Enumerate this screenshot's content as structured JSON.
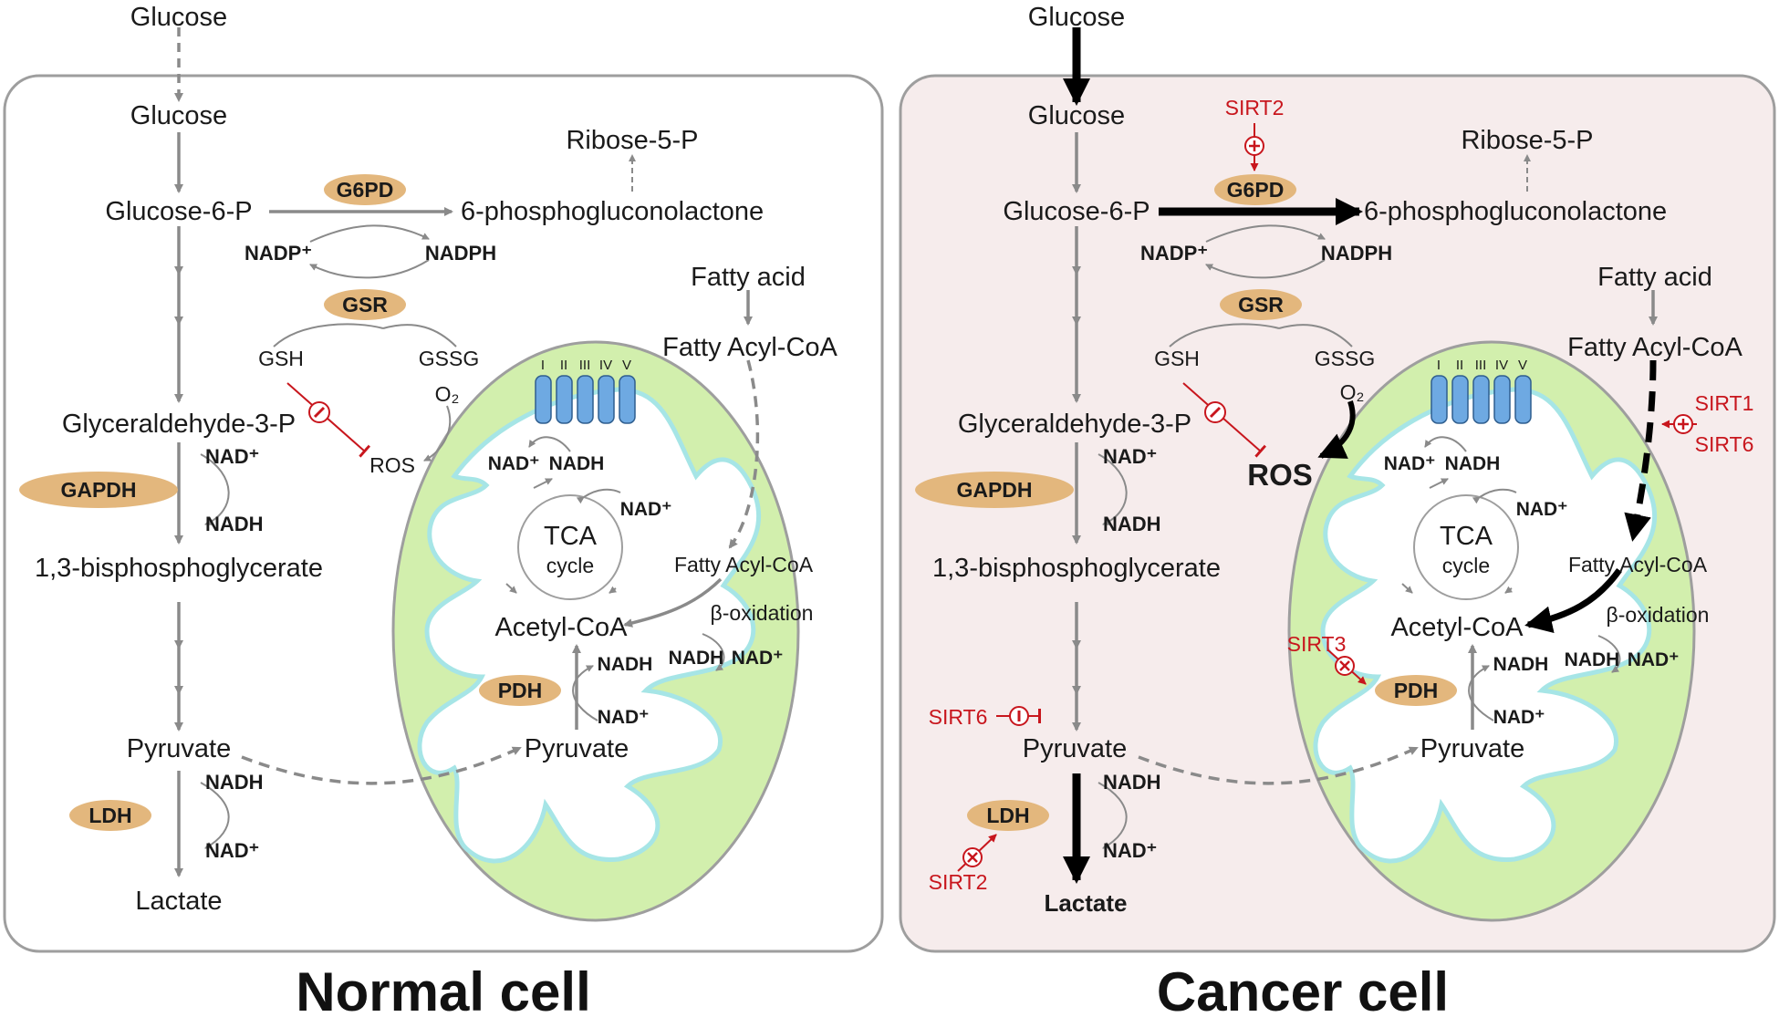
{
  "normal": {
    "title": "Normal cell",
    "glucose_outside": "Glucose",
    "glucose": "Glucose",
    "g6p": "Glucose-6-P",
    "g6pd": "G6PD",
    "pgl": "6-phosphogluconolactone",
    "ribose": "Ribose-5-P",
    "nadp": "NADP⁺",
    "nadph": "NADPH",
    "gsr": "GSR",
    "gsh": "GSH",
    "gssg": "GSSG",
    "o2": "O₂",
    "ros": "ROS",
    "fatty_acid": "Fatty acid",
    "fatty_acyl_coa": "Fatty Acyl-CoA",
    "gap": "Glyceraldehyde-3-P",
    "gapdh": "GAPDH",
    "nad_1": "NAD⁺",
    "nadh_1": "NADH",
    "bpg": "1,3-bisphosphoglycerate",
    "pyruvate": "Pyruvate",
    "ldh": "LDH",
    "nadh_2": "NADH",
    "nad_2": "NAD⁺",
    "lactate": "Lactate",
    "complexes": [
      "I",
      "II",
      "III",
      "IV",
      "V"
    ],
    "etc_nad": "NAD⁺",
    "etc_nadh": "NADH",
    "tca_nad": "NAD⁺",
    "tca_1": "TCA",
    "tca_2": "cycle",
    "mito_fatty_acyl_coa": "Fatty Acyl-CoA",
    "acetyl_coa": "Acetyl-CoA",
    "beta_ox": "β-oxidation",
    "beta_nadh": "NADH",
    "beta_nad": "NAD⁺",
    "pdh": "PDH",
    "pdh_nadh": "NADH",
    "pdh_nad": "NAD⁺",
    "mito_pyruvate": "Pyruvate"
  },
  "cancer": {
    "title": "Cancer cell",
    "glucose_outside": "Glucose",
    "glucose": "Glucose",
    "g6p": "Glucose-6-P",
    "g6pd": "G6PD",
    "pgl": "6-phosphogluconolactone",
    "ribose": "Ribose-5-P",
    "nadp": "NADP⁺",
    "nadph": "NADPH",
    "gsr": "GSR",
    "gsh": "GSH",
    "gssg": "GSSG",
    "o2": "O₂",
    "ros": "ROS",
    "fatty_acid": "Fatty acid",
    "fatty_acyl_coa": "Fatty Acyl-CoA",
    "gap": "Glyceraldehyde-3-P",
    "gapdh": "GAPDH",
    "nad_1": "NAD⁺",
    "nadh_1": "NADH",
    "bpg": "1,3-bisphosphoglycerate",
    "pyruvate": "Pyruvate",
    "ldh": "LDH",
    "nadh_2": "NADH",
    "nad_2": "NAD⁺",
    "lactate": "Lactate",
    "complexes": [
      "I",
      "II",
      "III",
      "IV",
      "V"
    ],
    "etc_nad": "NAD⁺",
    "etc_nadh": "NADH",
    "tca_nad": "NAD⁺",
    "tca_1": "TCA",
    "tca_2": "cycle",
    "mito_fatty_acyl_coa": "Fatty Acyl-CoA",
    "acetyl_coa": "Acetyl-CoA",
    "beta_ox": "β-oxidation",
    "beta_nadh": "NADH",
    "beta_nad": "NAD⁺",
    "pdh": "PDH",
    "pdh_nadh": "NADH",
    "pdh_nad": "NAD⁺",
    "mito_pyruvate": "Pyruvate",
    "sirt_g6pd": "SIRT2",
    "sirt1": "SIRT1",
    "sirt6_fa": "SIRT6",
    "sirt3": "SIRT3",
    "sirt6_pyr": "SIRT6",
    "sirt2_ldh": "SIRT2"
  },
  "colors": {
    "enzyme_fill": "#e3b77d",
    "cancer_bg": "#f6ecec",
    "mito_outer": "#d2efad",
    "mito_inner_edge": "#a6e5e6",
    "complex_fill": "#6ea9e2",
    "sirt_red": "#c8161d"
  }
}
